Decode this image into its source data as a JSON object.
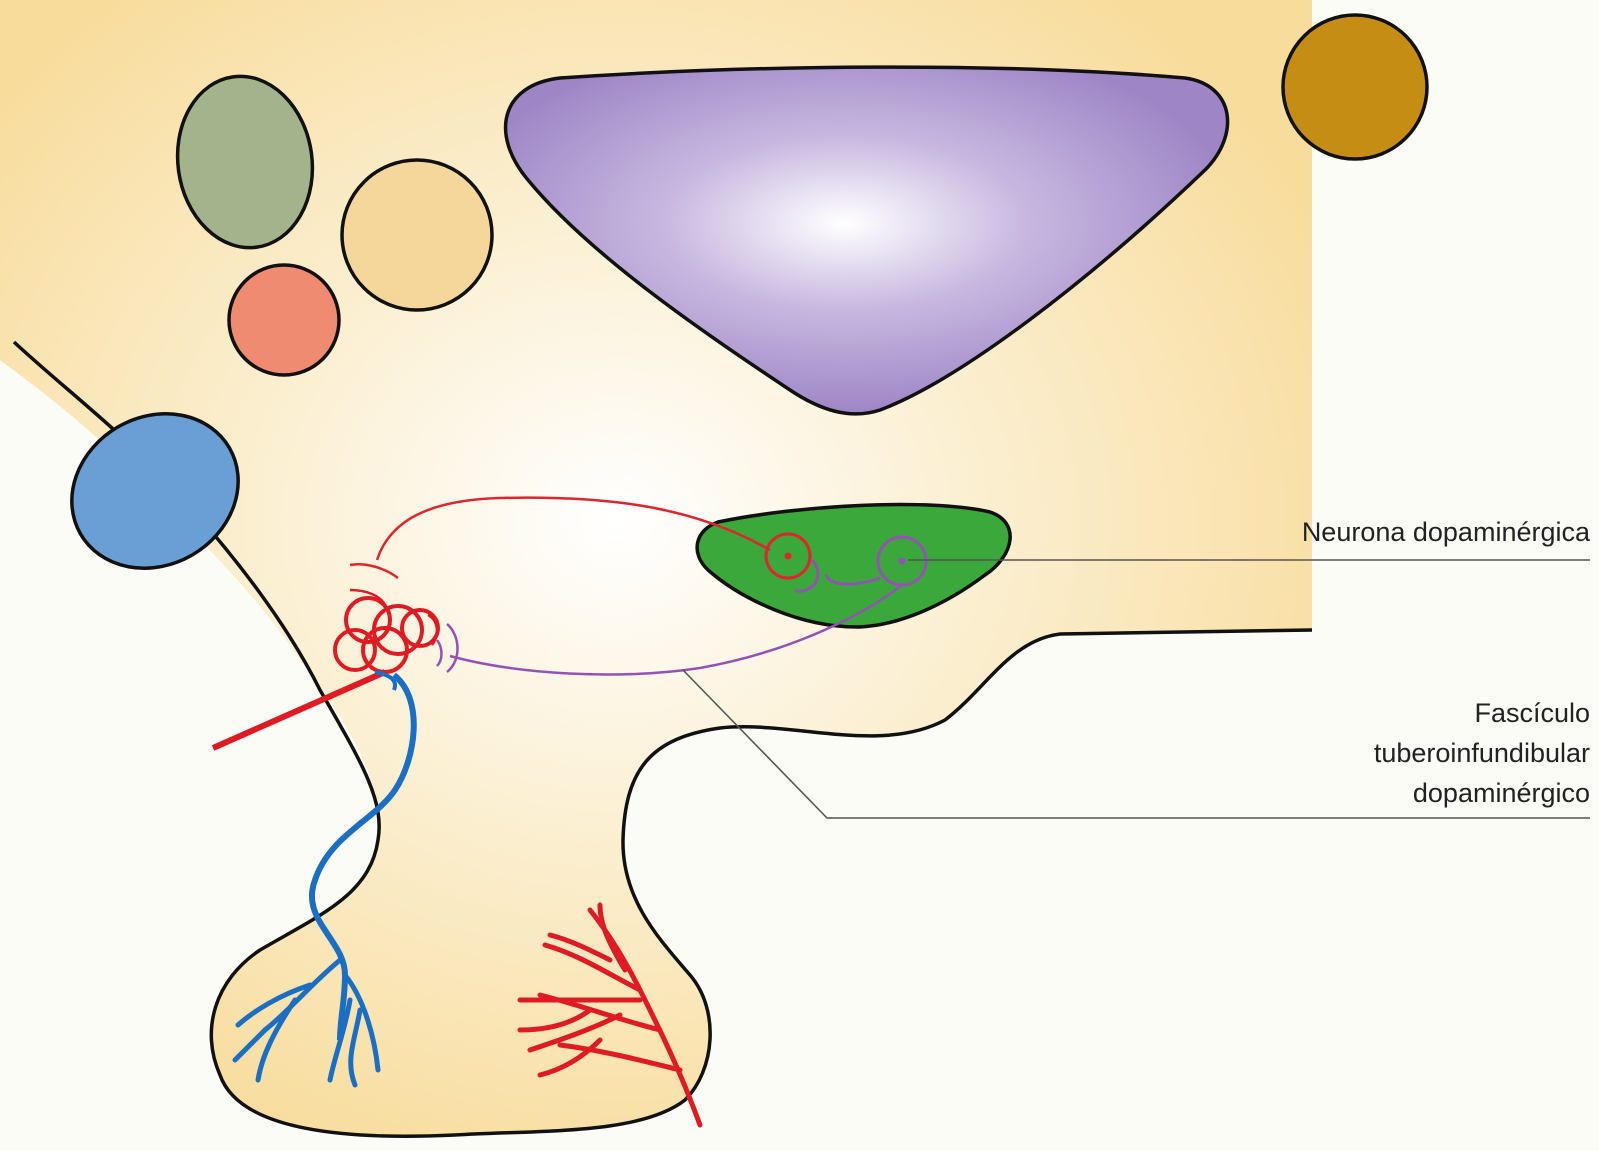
{
  "labels": {
    "neuron": "Neurona dopaminérgica",
    "tract_line1": "Fascículo",
    "tract_line2": "tuberoinfundibular",
    "tract_line3": "dopaminérgico"
  },
  "colors": {
    "background": "#fcfcf7",
    "brain_tissue": "#f8dc9c",
    "outline": "#111111",
    "olive_structure": "#a3b38b",
    "tan_structure": "#f5d79c",
    "salmon_structure": "#ee8b70",
    "blue_structure": "#6a9fd6",
    "brown_structure": "#c58d14",
    "ventricle": "#9e86c6",
    "nucleus": "#3aa83a",
    "red_neuron": "#e0252e",
    "purple_neuron": "#9552b5",
    "portal_vein": "#1a6fc4",
    "artery": "#e01b24",
    "leader_line": "#555555"
  },
  "icons": {
    "artery": "artery-branch",
    "vein": "portal-vein-branch"
  }
}
